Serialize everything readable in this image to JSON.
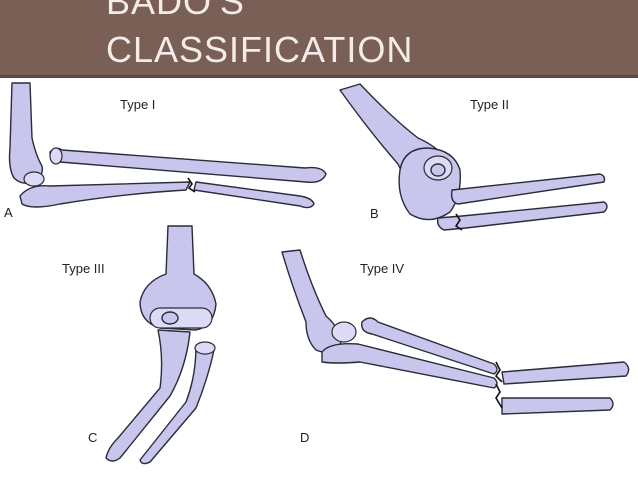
{
  "slide": {
    "title_line1": "BADO'S",
    "title_line2": "CLASSIFICATION"
  },
  "panels": [
    {
      "letter": "A",
      "type_label": "Type I"
    },
    {
      "letter": "B",
      "type_label": "Type II"
    },
    {
      "letter": "C",
      "type_label": "Type III"
    },
    {
      "letter": "D",
      "type_label": "Type IV"
    }
  ],
  "colors": {
    "header": "#7a5f56",
    "title_text": "#f3ece9",
    "bone_fill": "#c8c6ec"
  }
}
